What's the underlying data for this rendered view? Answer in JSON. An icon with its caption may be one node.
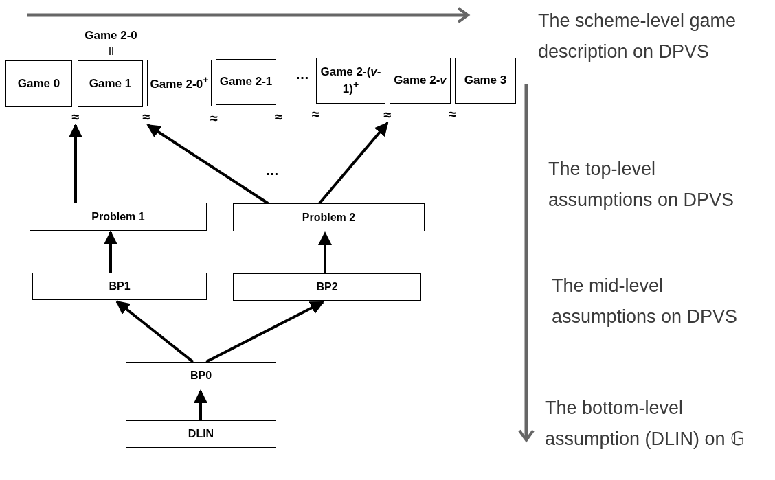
{
  "diagram": {
    "nodes": [
      {
        "text": [
          "Game 0"
        ]
      },
      {
        "text": [
          "Game 1"
        ],
        "beside": [
          "Game 2-0"
        ]
      },
      {
        "text": [
          "Game 2-0$^{+}$"
        ]
      },
      {
        "text": [
          "Game 2-1"
        ]
      },
      {
        "text": [
          "Game 2-(*v*-1)$^{+}$"
        ]
      },
      {
        "text": [
          "Game 2-*v*"
        ]
      },
      {
        "text": [
          "Game 3"
        ]
      },
      {
        "text": [
          "≈"
        ]
      },
      {
        "text": [
          "≈"
        ]
      },
      {
        "text": [
          "≈"
        ]
      },
      {
        "text": [
          "Problem 1"
        ]
      },
      {
        "text": [
          "Problem 2"
        ]
      },
      {
        "text": [
          "BP1"
        ]
      },
      {
        "text": [
          "BP2"
        ]
      },
      {
        "text": [
          "BP0"
        ]
      },
      {
        "text": [
          "DLIN"
        ]
      }
    ],
    "edges": [
      {
        "from": 10,
        "to": 7,
        "arrow": "to"
      },
      {
        "from": 11,
        "to": 8,
        "arrow": "to"
      },
      {
        "from": 11,
        "to": 9,
        "arrow": "to"
      },
      {
        "from": 12,
        "to": 10,
        "arrow": "to"
      },
      {
        "from": 13,
        "to": 11,
        "arrow": "to"
      },
      {
        "from": 14,
        "to": 12,
        "arrow": "to"
      },
      {
        "from": 14,
        "to": 13,
        "arrow": "to"
      },
      {
        "from": 15,
        "to": 14,
        "arrow": "to"
      }
    ],
    "labels": [
      "…",
      "≈",
      "≈",
      "≈",
      "≈",
      "…",
      "The scheme-level game description on DPVS",
      "The top-level assumptions on DPVS",
      "The mid-level assumptions on DPVS",
      "The bottom-level assumption (DLIN) on 𝔾"
    ]
  }
}
